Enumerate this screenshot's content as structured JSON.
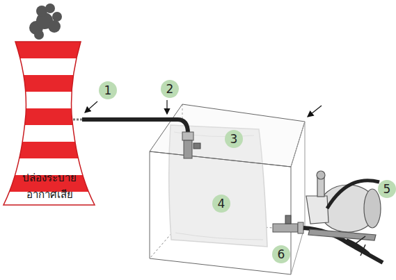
{
  "diagram": {
    "nodes": [
      {
        "text": [
          "ปล่องระบาย อากาศเสีย"
        ]
      }
    ],
    "labels": [
      "1",
      "2",
      "3",
      "4",
      "5",
      "6"
    ]
  }
}
